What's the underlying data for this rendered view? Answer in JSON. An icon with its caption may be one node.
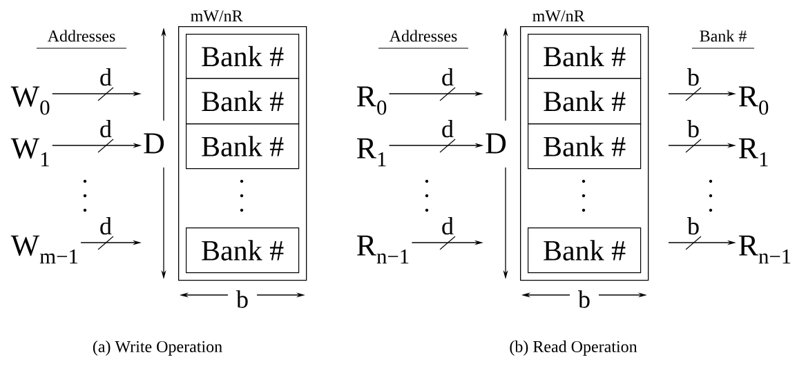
{
  "diagram": {
    "nodes": [
      {
        "text": [
          "W$_{0}$"
        ]
      },
      {
        "text": [
          "W$_{1}$"
        ]
      },
      {
        "text": [
          "W$_{m−1}$"
        ]
      },
      {
        "text": [
          "mW/nR"
        ]
      },
      {
        "text": [
          "Bank #"
        ],
        "in": 3
      },
      {
        "text": [
          "Bank #"
        ],
        "in": 3
      },
      {
        "text": [
          "Bank #"
        ],
        "in": 3
      },
      {
        "text": [
          "Bank #"
        ],
        "in": 3
      },
      {
        "text": [
          "R$_{0}$"
        ]
      },
      {
        "text": [
          "R$_{1}$"
        ]
      },
      {
        "text": [
          "R$_{n−1}$"
        ]
      },
      {
        "text": [
          "mW/nR"
        ]
      },
      {
        "text": [
          "Bank #"
        ],
        "in": 11
      },
      {
        "text": [
          "Bank #"
        ],
        "in": 11
      },
      {
        "text": [
          "Bank #"
        ],
        "in": 11
      },
      {
        "text": [
          "Bank #"
        ],
        "in": 11
      },
      {
        "text": [
          "R$_{0}$"
        ]
      },
      {
        "text": [
          "R$_{1}$"
        ]
      },
      {
        "text": [
          "R$_{n−1}$"
        ]
      },
      {
        "text": [
          "D"
        ]
      },
      {
        "text": [
          "D"
        ]
      }
    ],
    "edges": [
      {
        "from": 0,
        "to": null,
        "arrow": "to",
        "label": "d"
      },
      {
        "from": 1,
        "to": 19,
        "arrow": "to",
        "label": "d"
      },
      {
        "from": 2,
        "to": null,
        "arrow": "to",
        "label": "d"
      },
      {
        "from": 8,
        "to": null,
        "arrow": "to",
        "label": "d"
      },
      {
        "from": 9,
        "to": 20,
        "arrow": "to",
        "label": "d"
      },
      {
        "from": 10,
        "to": null,
        "arrow": "to",
        "label": "d"
      },
      {
        "from": null,
        "to": 16,
        "arrow": "to",
        "label": "b"
      },
      {
        "from": null,
        "to": 17,
        "arrow": "to",
        "label": "b"
      },
      {
        "from": null,
        "to": 18,
        "arrow": "to",
        "label": "b"
      }
    ],
    "labels": [
      "Addresses",
      "b",
      "(a)  Write Operation",
      "Addresses",
      "Bank #",
      "b",
      "(b)  Read Operation"
    ]
  }
}
